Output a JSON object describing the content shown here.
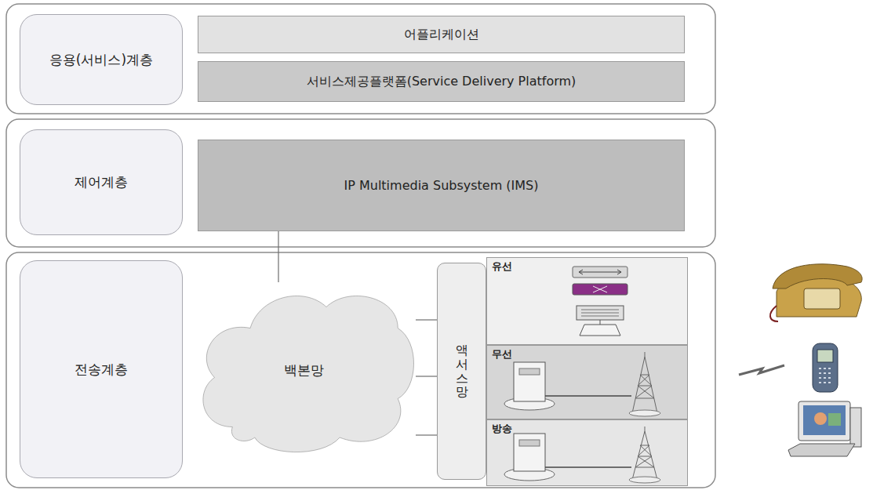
{
  "diagram": {
    "nodes": [
      {
        "text": [
          "응용(서비스)계층"
        ]
      },
      {
        "text": [
          "어플리케이션"
        ]
      },
      {
        "text": [
          "서비스제공플랫폼(Service Delivery Platform)"
        ]
      },
      {
        "text": [
          "제어계층"
        ]
      },
      {
        "text": [
          "IP Multimedia Subsystem (IMS)"
        ]
      },
      {
        "text": [
          "전송계층"
        ]
      },
      {
        "text": [
          "백본망"
        ]
      },
      {
        "text": [
          "액서스망"
        ]
      },
      {
        "text": [
          "유선"
        ]
      },
      {
        "text": [
          "무선"
        ]
      },
      {
        "text": [
          "방송"
        ]
      }
    ],
    "edges": [
      {
        "from": 4,
        "to": 6,
        "arrow": "none"
      },
      {
        "from": 6,
        "to": 7,
        "arrow": "none"
      },
      {
        "from": 6,
        "to": 7,
        "arrow": "none"
      },
      {
        "from": 6,
        "to": 7,
        "arrow": "none"
      }
    ]
  }
}
